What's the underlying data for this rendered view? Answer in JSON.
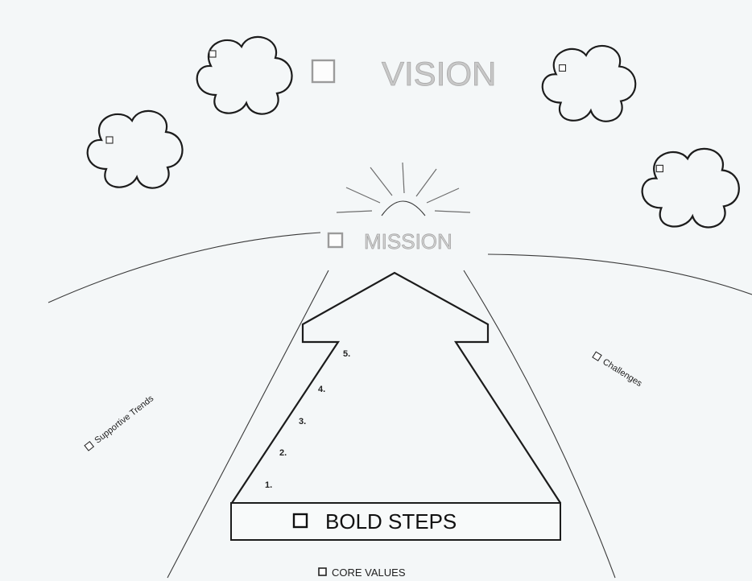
{
  "vision": {
    "label": "VISION"
  },
  "mission": {
    "label": "MISSION"
  },
  "bold_steps": {
    "label": "BOLD STEPS",
    "steps": [
      "1.",
      "2.",
      "3.",
      "4.",
      "5."
    ]
  },
  "supportive_trends": {
    "label": "Supportive Trends"
  },
  "challenges": {
    "label": "Challenges"
  },
  "core_values": {
    "label": "CORE VALUES"
  }
}
